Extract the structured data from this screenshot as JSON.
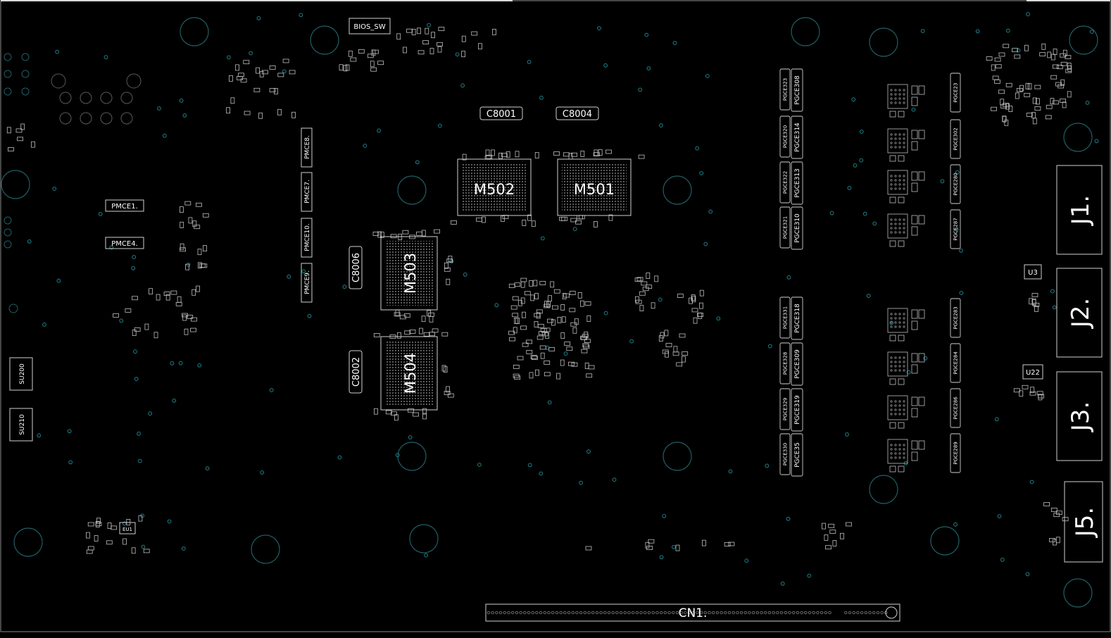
{
  "board": {
    "memory_chips": [
      {
        "id": "m502",
        "label": "M502"
      },
      {
        "id": "m501",
        "label": "M501"
      },
      {
        "id": "m503",
        "label": "M503"
      },
      {
        "id": "m504",
        "label": "M504"
      }
    ],
    "capacitors": [
      {
        "id": "c8001",
        "label": "C8001"
      },
      {
        "id": "c8004",
        "label": "C8004"
      },
      {
        "id": "c8006",
        "label": "C8006"
      },
      {
        "id": "c8002",
        "label": "C8002"
      }
    ],
    "connectors": [
      {
        "id": "j1",
        "label": "J1."
      },
      {
        "id": "j2",
        "label": "J2."
      },
      {
        "id": "j3",
        "label": "J3."
      },
      {
        "id": "j5",
        "label": "J5."
      },
      {
        "id": "cn1",
        "label": "CN1."
      }
    ],
    "ics": [
      {
        "id": "u3",
        "label": "U3"
      },
      {
        "id": "u22",
        "label": "U22"
      },
      {
        "id": "su200",
        "label": "SU200"
      },
      {
        "id": "su210",
        "label": "SU210"
      },
      {
        "id": "eu1",
        "label": "EU1"
      }
    ],
    "switch": {
      "label": "BIOS_SW"
    },
    "pmce_left": [
      {
        "id": "pmce1",
        "label": "PMCE1."
      },
      {
        "id": "pmce4",
        "label": "PMCE4."
      }
    ],
    "pmce_vertical": [
      {
        "id": "pmce8",
        "label": "PMCE8."
      },
      {
        "id": "pmce7",
        "label": "PMCE7."
      },
      {
        "id": "pmce10",
        "label": "PMCE10."
      },
      {
        "id": "pmce9",
        "label": "PMCE9."
      }
    ],
    "pgce_outer": [
      "PGCE308",
      "PGCE314",
      "PGCE313",
      "PGCE310",
      "PGCE318",
      "PGCE309",
      "PGCE319",
      "PGCE35"
    ],
    "pgce_inner": [
      "PGCE323",
      "PGCE320",
      "PGCE322",
      "PGCE321",
      "PGCE331",
      "PGCE328",
      "PGCE329",
      "PGCE330"
    ],
    "pgce_right": [
      "PGCE23",
      "PGCE302",
      "PGCE280",
      "PGCE287",
      "PGCE283",
      "PGCE284",
      "PGCE286",
      "PGCE289"
    ]
  }
}
